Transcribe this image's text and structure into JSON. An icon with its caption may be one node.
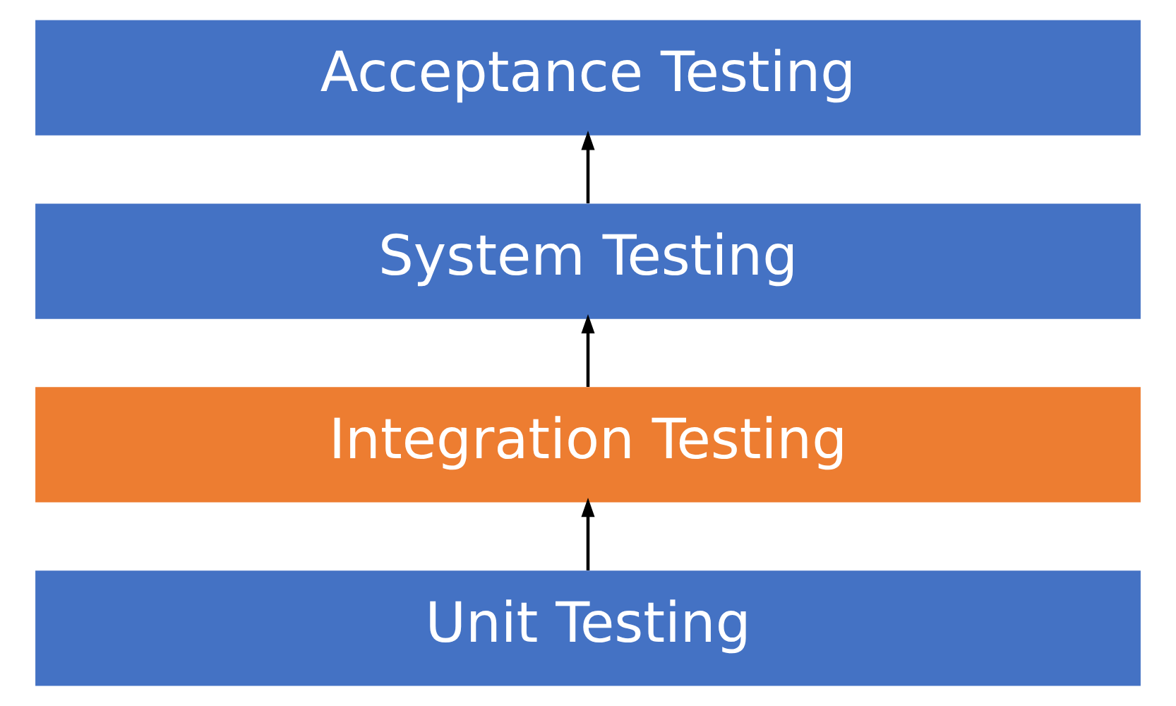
{
  "diagram": {
    "nodes": [
      {
        "text": [
          "Acceptance Testing"
        ]
      },
      {
        "text": [
          "System Testing"
        ]
      },
      {
        "text": [
          "Integration Testing"
        ]
      },
      {
        "text": [
          "Unit Testing"
        ]
      }
    ],
    "edges": [
      {
        "from": 3,
        "to": 2,
        "arrow": "to"
      },
      {
        "from": 2,
        "to": 1,
        "arrow": "to"
      },
      {
        "from": 1,
        "to": 0,
        "arrow": "to"
      }
    ]
  }
}
